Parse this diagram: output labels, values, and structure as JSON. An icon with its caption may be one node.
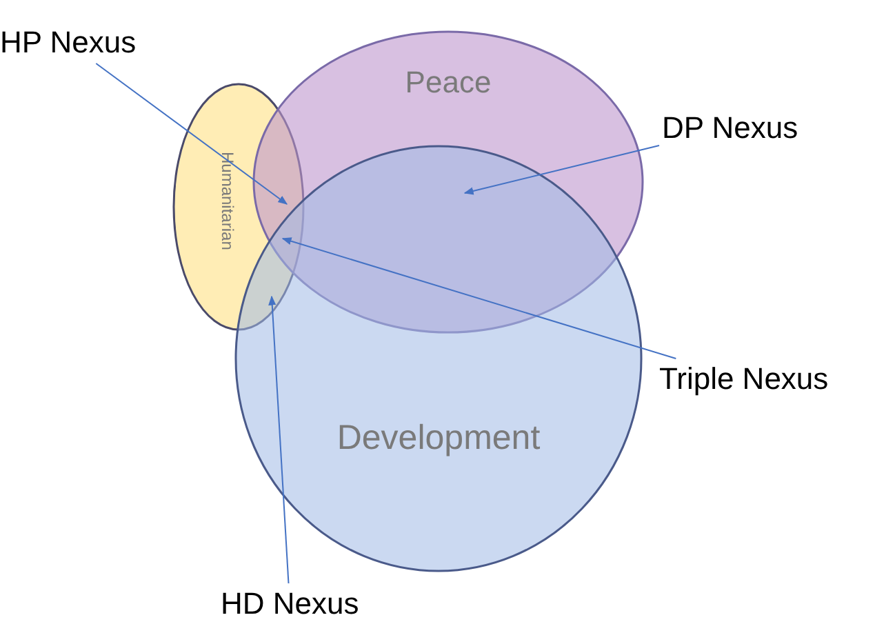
{
  "diagram": {
    "nodes": [
      {
        "text": [
          "Peace"
        ]
      },
      {
        "text": [
          "Development"
        ]
      },
      {
        "text": [
          "Humanitarian"
        ]
      },
      {
        "text": [
          "HP Nexus"
        ]
      },
      {
        "text": [
          "DP Nexus"
        ]
      },
      {
        "text": [
          "Triple Nexus"
        ]
      },
      {
        "text": [
          "HD Nexus"
        ]
      }
    ],
    "edges": [
      {
        "from": 3,
        "to": 2,
        "arrow": "to"
      },
      {
        "from": 4,
        "to": 0,
        "arrow": "to"
      },
      {
        "from": 5,
        "to": 2,
        "arrow": "to"
      },
      {
        "from": 6,
        "to": 2,
        "arrow": "to"
      }
    ]
  }
}
